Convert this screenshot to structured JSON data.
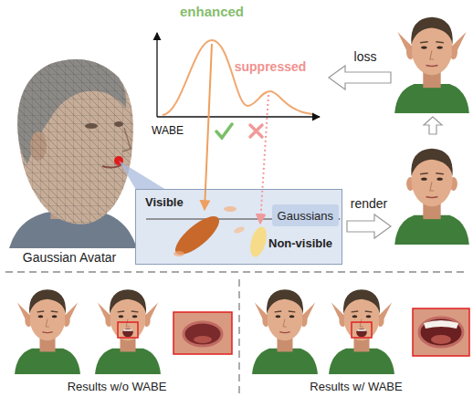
{
  "diagram": {
    "nodes": [
      {
        "text": [
          "Visible",
          "Non-visible"
        ]
      },
      {
        "text": [
          "Gaussians"
        ],
        "in": 0
      }
    ],
    "labels": [
      "enhanced",
      "suppressed",
      "WABE",
      "loss",
      "render",
      "Gaussian Avatar",
      "Results w/o WABE",
      "Results w/ WABE"
    ]
  }
}
